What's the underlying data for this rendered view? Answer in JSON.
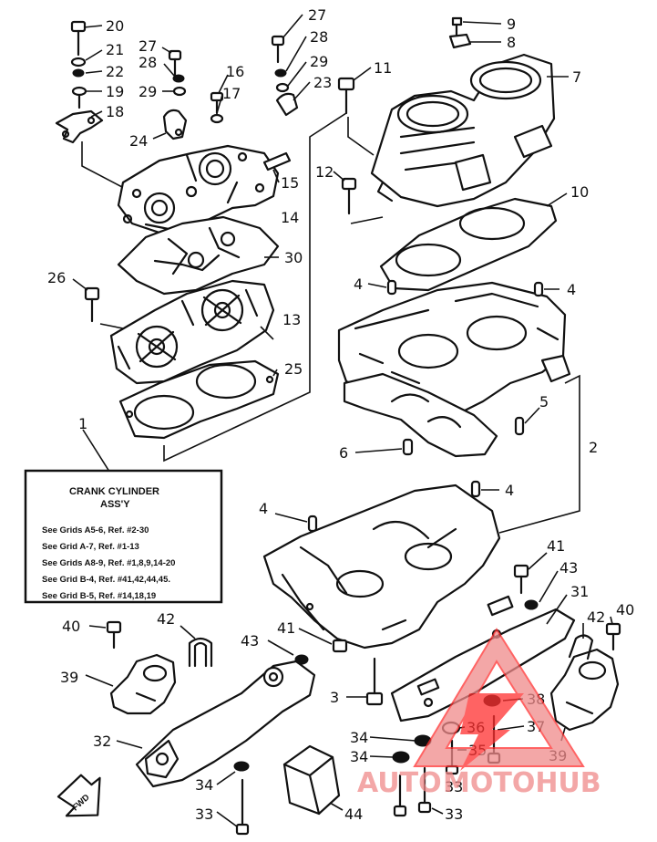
{
  "callouts": {
    "c20": "20",
    "c21": "21",
    "c22": "22",
    "c19": "19",
    "c18": "18",
    "c27a": "27",
    "c28a": "28",
    "c29a": "29",
    "c24": "24",
    "c16": "16",
    "c17": "17",
    "c15": "15",
    "c14": "14",
    "c27b": "27",
    "c28b": "28",
    "c29b": "29",
    "c23": "23",
    "c11": "11",
    "c9": "9",
    "c8": "8",
    "c7": "7",
    "c12": "12",
    "c10": "10",
    "c30": "30",
    "c26": "26",
    "c13": "13",
    "c25": "25",
    "c4a": "4",
    "c4b": "4",
    "c5": "5",
    "c6": "6",
    "c2": "2",
    "c1": "1",
    "c4c": "4",
    "c4d": "4",
    "c41a": "41",
    "c43a": "43",
    "c31": "31",
    "c40a": "40",
    "c42a": "42",
    "c40b": "40",
    "c42b": "42",
    "c39a": "39",
    "c43b": "43",
    "c41b": "41",
    "c3": "3",
    "c38": "38",
    "c36": "36",
    "c37": "37",
    "c32": "32",
    "c34a": "34",
    "c34b": "34",
    "c35": "35",
    "c39b": "39",
    "c34c": "34",
    "c33a": "33",
    "c33b": "33",
    "c33c": "33",
    "c44": "44"
  },
  "info_box": {
    "title": "CRANK CYLINDER",
    "subtitle": "ASS'Y",
    "lines": [
      "See Grids A5-6, Ref. #2-30",
      "See Grid A-7, Ref. #1-13",
      "See Grids A8-9, Ref. #1,8,9,14-20",
      "See Grid B-4, Ref. #41,42,44,45.",
      "See Grid B-5, Ref. #14,18,19"
    ]
  },
  "fwd_label": "FWD",
  "watermark": {
    "left": "AUTO",
    "right": "MOTOHUB",
    "color": "#f08a8a",
    "outline_color": "#ff3030"
  }
}
